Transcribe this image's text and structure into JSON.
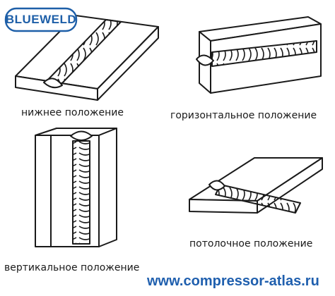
{
  "brand": {
    "logo_text": "BLUEWELD",
    "color": "#1e5fa8"
  },
  "positions": [
    {
      "id": "flat",
      "label": "нижнее положение"
    },
    {
      "id": "horizontal",
      "label": "горизонтальное положение"
    },
    {
      "id": "vertical",
      "label": "вертикальное положение"
    },
    {
      "id": "overhead",
      "label": "потолочное положение"
    }
  ],
  "footer": {
    "site": "www.compressor-atlas.ru",
    "color": "#1f5fae"
  }
}
